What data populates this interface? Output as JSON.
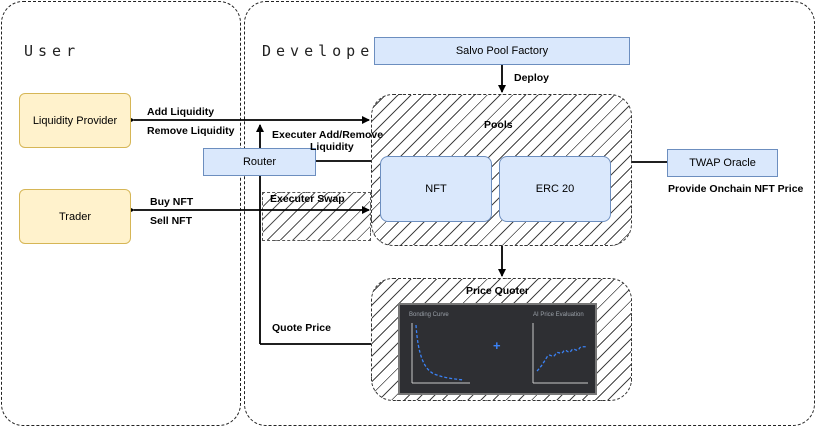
{
  "panels": {
    "user_title": "User",
    "developer_title": "Developer"
  },
  "boxes": {
    "factory": "Salvo Pool Factory",
    "liquidity_provider": "Liquidity Provider",
    "trader": "Trader",
    "router": "Router",
    "nft": "NFT",
    "erc20": "ERC 20",
    "twap": "TWAP Oracle"
  },
  "containers": {
    "pools": "Pools",
    "price_quoter": "Price Quoter"
  },
  "labels": {
    "deploy": "Deploy",
    "add_liquidity": "Add Liquidity",
    "remove_liquidity": "Remove Liquidity",
    "execute_add_remove_1": "Executer Add/Remove",
    "execute_add_remove_2": "Liquidity",
    "buy_nft": "Buy NFT",
    "sell_nft": "Sell NFT",
    "executer_swap": "Executer Swap",
    "quote_price": "Quote Price",
    "onchain_price": "Provide Onchain NFT Price"
  },
  "charts": {
    "left_caption": "Bonding Curve",
    "right_caption": "AI Price Evaluation",
    "plus": "+"
  },
  "colors": {
    "blue_fill": "#dae8fc",
    "blue_stroke": "#6c8ebf",
    "yellow_fill": "#fff2cc",
    "yellow_stroke": "#d6b656",
    "chart_bg": "#2e2f33",
    "chart_line": "#3b82f6"
  }
}
